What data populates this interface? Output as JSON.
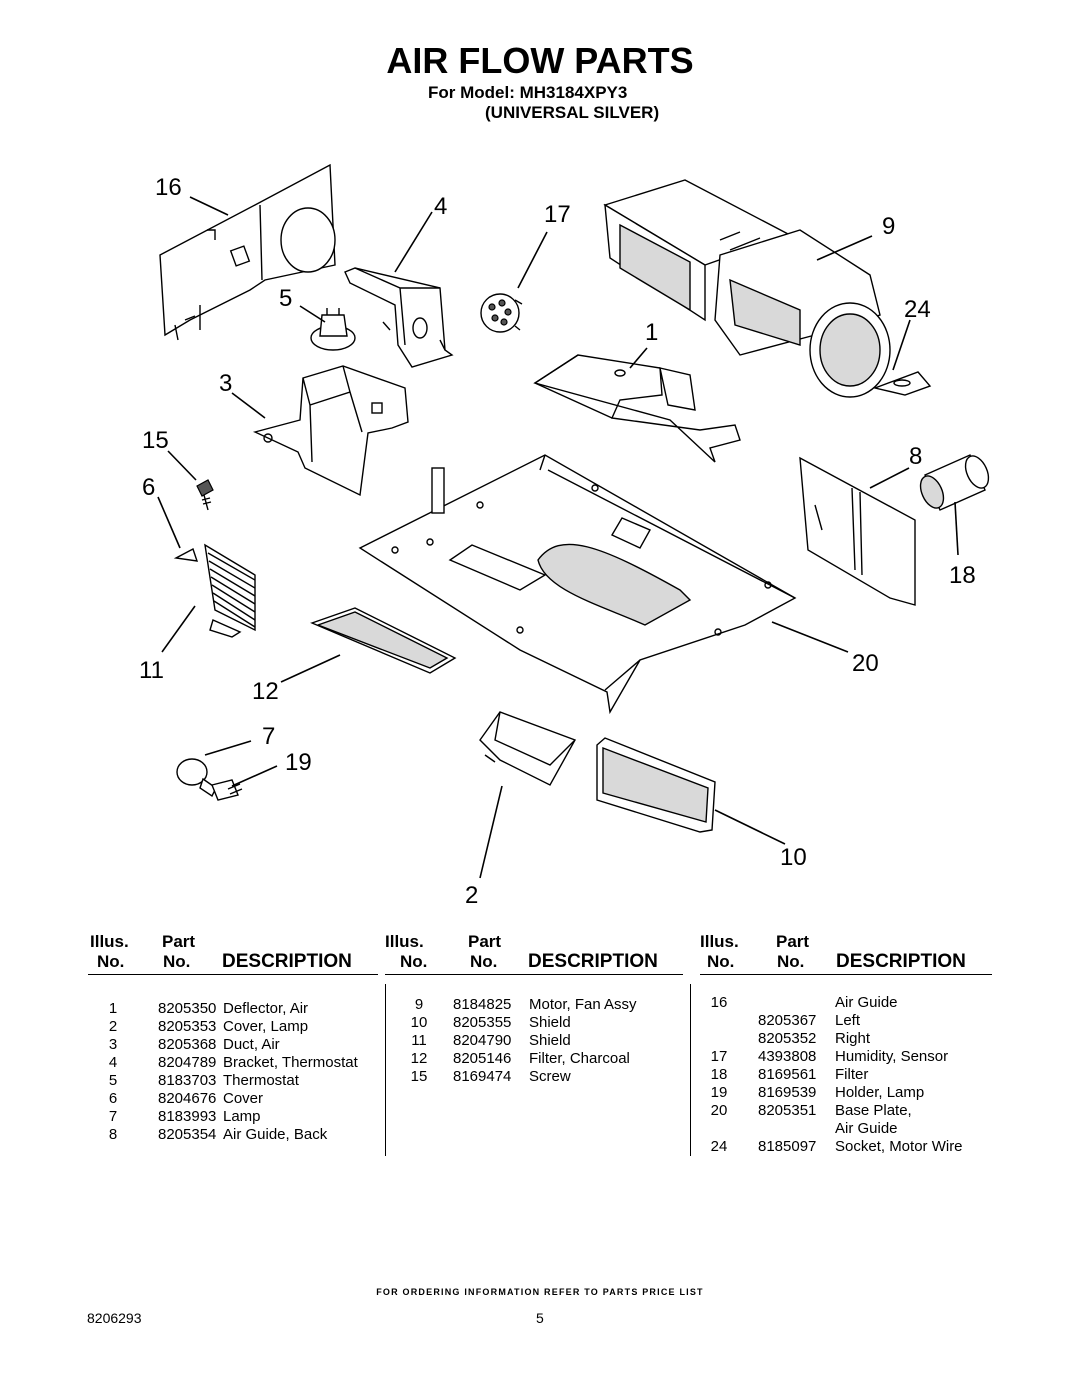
{
  "header": {
    "title": "AIR FLOW PARTS",
    "model_line": "For Model: MH3184XPY3",
    "variant_line": "(UNIVERSAL SILVER)"
  },
  "callouts": [
    "16",
    "4",
    "17",
    "9",
    "24",
    "5",
    "1",
    "3",
    "15",
    "8",
    "6",
    "18",
    "11",
    "20",
    "12",
    "7",
    "19",
    "10",
    "2"
  ],
  "table_headers": {
    "illus_top": "Illus.",
    "illus_bottom": "No.",
    "part_top": "Part",
    "part_bottom": "No.",
    "description": "DESCRIPTION"
  },
  "parts_columns": [
    [
      {
        "illus": "1",
        "part": "8205350",
        "desc": "Deflector, Air"
      },
      {
        "illus": "2",
        "part": "8205353",
        "desc": "Cover, Lamp"
      },
      {
        "illus": "3",
        "part": "8205368",
        "desc": "Duct, Air"
      },
      {
        "illus": "4",
        "part": "8204789",
        "desc": "Bracket, Thermostat"
      },
      {
        "illus": "5",
        "part": "8183703",
        "desc": "Thermostat"
      },
      {
        "illus": "6",
        "part": "8204676",
        "desc": "Cover"
      },
      {
        "illus": "7",
        "part": "8183993",
        "desc": "Lamp"
      },
      {
        "illus": "8",
        "part": "8205354",
        "desc": "Air Guide, Back"
      }
    ],
    [
      {
        "illus": "9",
        "part": "8184825",
        "desc": "Motor, Fan Assy"
      },
      {
        "illus": "10",
        "part": "8205355",
        "desc": "Shield"
      },
      {
        "illus": "11",
        "part": "8204790",
        "desc": "Shield"
      },
      {
        "illus": "12",
        "part": "8205146",
        "desc": "Filter, Charcoal"
      },
      {
        "illus": "15",
        "part": "8169474",
        "desc": "Screw"
      }
    ],
    [
      {
        "illus": "16",
        "part": "",
        "desc": "Air Guide"
      },
      {
        "illus": "",
        "part": "8205367",
        "desc": "Left"
      },
      {
        "illus": "",
        "part": "8205352",
        "desc": "Right"
      },
      {
        "illus": "17",
        "part": "4393808",
        "desc": "Humidity, Sensor"
      },
      {
        "illus": "18",
        "part": "8169561",
        "desc": "Filter"
      },
      {
        "illus": "19",
        "part": "8169539",
        "desc": "Holder, Lamp"
      },
      {
        "illus": "20",
        "part": "8205351",
        "desc": "Base Plate,"
      },
      {
        "illus": "",
        "part": "",
        "desc": "Air Guide"
      },
      {
        "illus": "24",
        "part": "8185097",
        "desc": "Socket, Motor Wire"
      }
    ]
  ],
  "footer": {
    "ordering_note": "FOR ORDERING INFORMATION REFER TO PARTS PRICE LIST",
    "doc_number": "8206293",
    "page_number": "5"
  }
}
